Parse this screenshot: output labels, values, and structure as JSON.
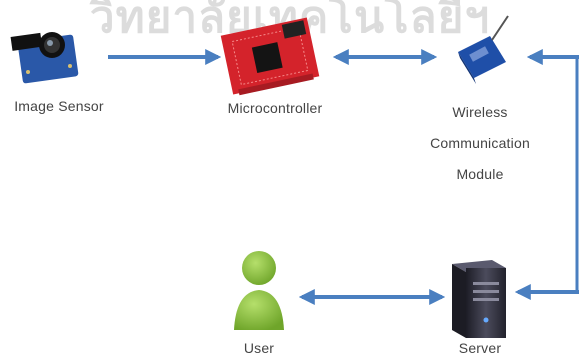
{
  "watermark": "วิทยาลัยเทคโนโลยีฯ",
  "nodes": {
    "image_sensor": "Image Sensor",
    "microcontroller": "Microcontroller",
    "wireless_line1": "Wireless",
    "wireless_line2": "Communication",
    "wireless_line3": "Module",
    "user": "User",
    "server": "Server"
  },
  "colors": {
    "arrow": "#4a7fc0",
    "text": "#444444",
    "board_red": "#d4232b",
    "sensor_blue": "#2a58a8",
    "user_green": "#8cc63f",
    "server_dark": "#2f2f3a"
  },
  "icons": {
    "image_sensor": "camera-module-icon",
    "microcontroller": "microcontroller-board-icon",
    "wireless": "xbee-module-icon",
    "user": "user-silhouette-icon",
    "server": "server-tower-icon"
  }
}
